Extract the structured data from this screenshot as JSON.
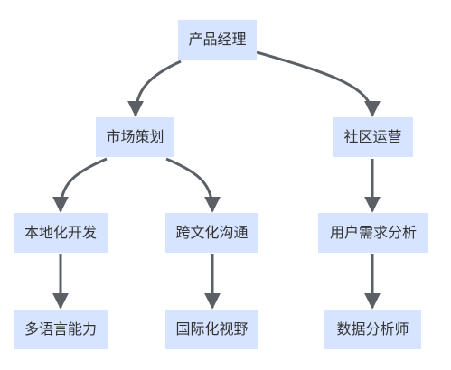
{
  "diagram": {
    "nodes": {
      "root": "产品经理",
      "market": "市场策划",
      "community": "社区运营",
      "localization": "本地化开发",
      "cross_culture": "跨文化沟通",
      "user_needs": "用户需求分析",
      "multilingual": "多语言能力",
      "global_view": "国际化视野",
      "data_analyst": "数据分析师"
    },
    "edges": [
      [
        "root",
        "market"
      ],
      [
        "root",
        "community"
      ],
      [
        "market",
        "localization"
      ],
      [
        "market",
        "cross_culture"
      ],
      [
        "community",
        "user_needs"
      ],
      [
        "localization",
        "multilingual"
      ],
      [
        "cross_culture",
        "global_view"
      ],
      [
        "user_needs",
        "data_analyst"
      ]
    ],
    "colors": {
      "node_fill": "#d6e4ff",
      "edge": "#5b6066",
      "text": "#333333"
    }
  }
}
